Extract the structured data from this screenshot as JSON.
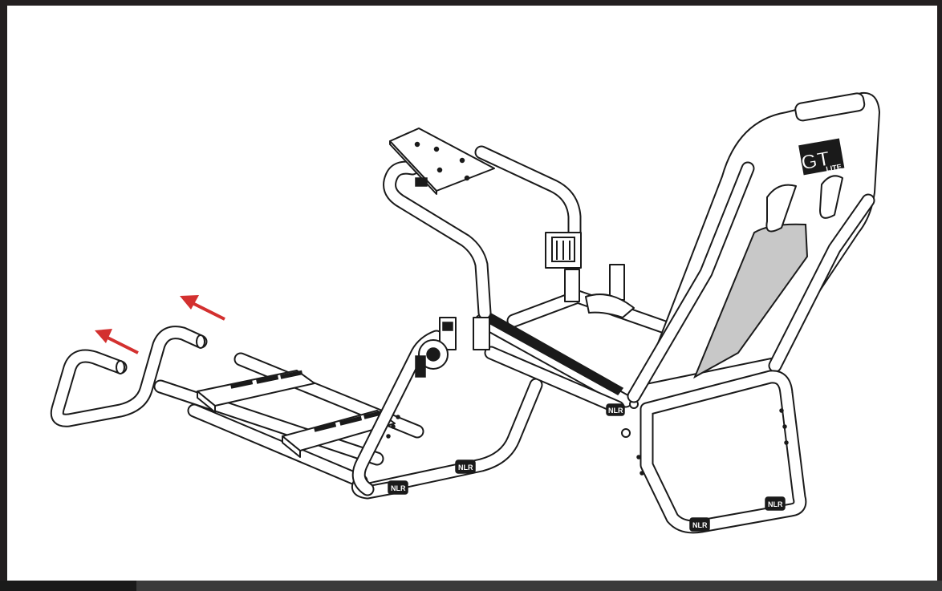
{
  "diagram": {
    "seat_logo": "GT",
    "seat_logo_sub": "LITE",
    "badge_text": "NLR",
    "colors": {
      "frame": "#231f20",
      "line": "#1a1a1a",
      "arrow": "#d3302f",
      "seat_cushion": "#c8c8c8"
    }
  }
}
